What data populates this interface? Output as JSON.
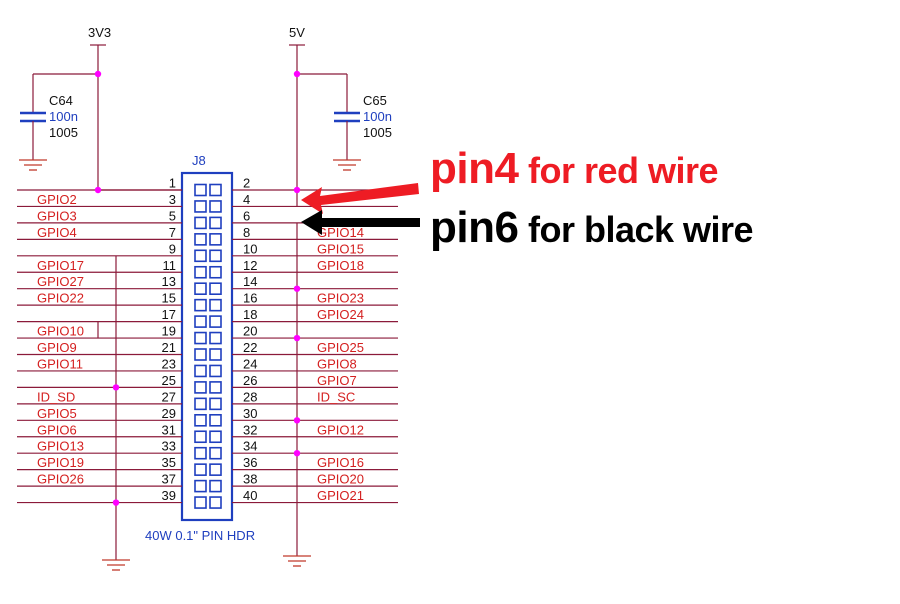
{
  "rails": {
    "left": "3V3",
    "right": "5V"
  },
  "caps": [
    {
      "ref": "C64",
      "value": "100n",
      "pkg": "1005"
    },
    {
      "ref": "C65",
      "value": "100n",
      "pkg": "1005"
    }
  ],
  "connector": {
    "ref": "J8",
    "caption": "40W 0.1\" PIN HDR"
  },
  "rows": [
    {
      "lnum": "1",
      "rnum": "2",
      "lsig": "",
      "rsig": ""
    },
    {
      "lnum": "3",
      "rnum": "4",
      "lsig": "GPIO2",
      "rsig": ""
    },
    {
      "lnum": "5",
      "rnum": "6",
      "lsig": "GPIO3",
      "rsig": ""
    },
    {
      "lnum": "7",
      "rnum": "8",
      "lsig": "GPIO4",
      "rsig": "GPIO14"
    },
    {
      "lnum": "9",
      "rnum": "10",
      "lsig": "",
      "rsig": "GPIO15"
    },
    {
      "lnum": "11",
      "rnum": "12",
      "lsig": "GPIO17",
      "rsig": "GPIO18"
    },
    {
      "lnum": "13",
      "rnum": "14",
      "lsig": "GPIO27",
      "rsig": ""
    },
    {
      "lnum": "15",
      "rnum": "16",
      "lsig": "GPIO22",
      "rsig": "GPIO23"
    },
    {
      "lnum": "17",
      "rnum": "18",
      "lsig": "",
      "rsig": "GPIO24"
    },
    {
      "lnum": "19",
      "rnum": "20",
      "lsig": "GPIO10",
      "rsig": ""
    },
    {
      "lnum": "21",
      "rnum": "22",
      "lsig": "GPIO9",
      "rsig": "GPIO25"
    },
    {
      "lnum": "23",
      "rnum": "24",
      "lsig": "GPIO11",
      "rsig": "GPIO8"
    },
    {
      "lnum": "25",
      "rnum": "26",
      "lsig": "",
      "rsig": "GPIO7"
    },
    {
      "lnum": "27",
      "rnum": "28",
      "lsig": "ID_SD",
      "rsig": "ID_SC"
    },
    {
      "lnum": "29",
      "rnum": "30",
      "lsig": "GPIO5",
      "rsig": ""
    },
    {
      "lnum": "31",
      "rnum": "32",
      "lsig": "GPIO6",
      "rsig": "GPIO12"
    },
    {
      "lnum": "33",
      "rnum": "34",
      "lsig": "GPIO13",
      "rsig": ""
    },
    {
      "lnum": "35",
      "rnum": "36",
      "lsig": "GPIO19",
      "rsig": "GPIO16"
    },
    {
      "lnum": "37",
      "rnum": "38",
      "lsig": "GPIO26",
      "rsig": "GPIO20"
    },
    {
      "lnum": "39",
      "rnum": "40",
      "lsig": "",
      "rsig": "GPIO21"
    }
  ],
  "annotations": {
    "red": {
      "pre": "pin",
      "num": "4",
      "post": " for red wire",
      "color": "#ee1c24"
    },
    "black": {
      "pre": "pin",
      "num": "6",
      "post": " for black wire",
      "color": "#000000"
    }
  },
  "colors": {
    "wire": "#8b1a3a",
    "signal_label": "#d42020",
    "connector": "#1f3fbf",
    "junction": "#ff00ff"
  }
}
